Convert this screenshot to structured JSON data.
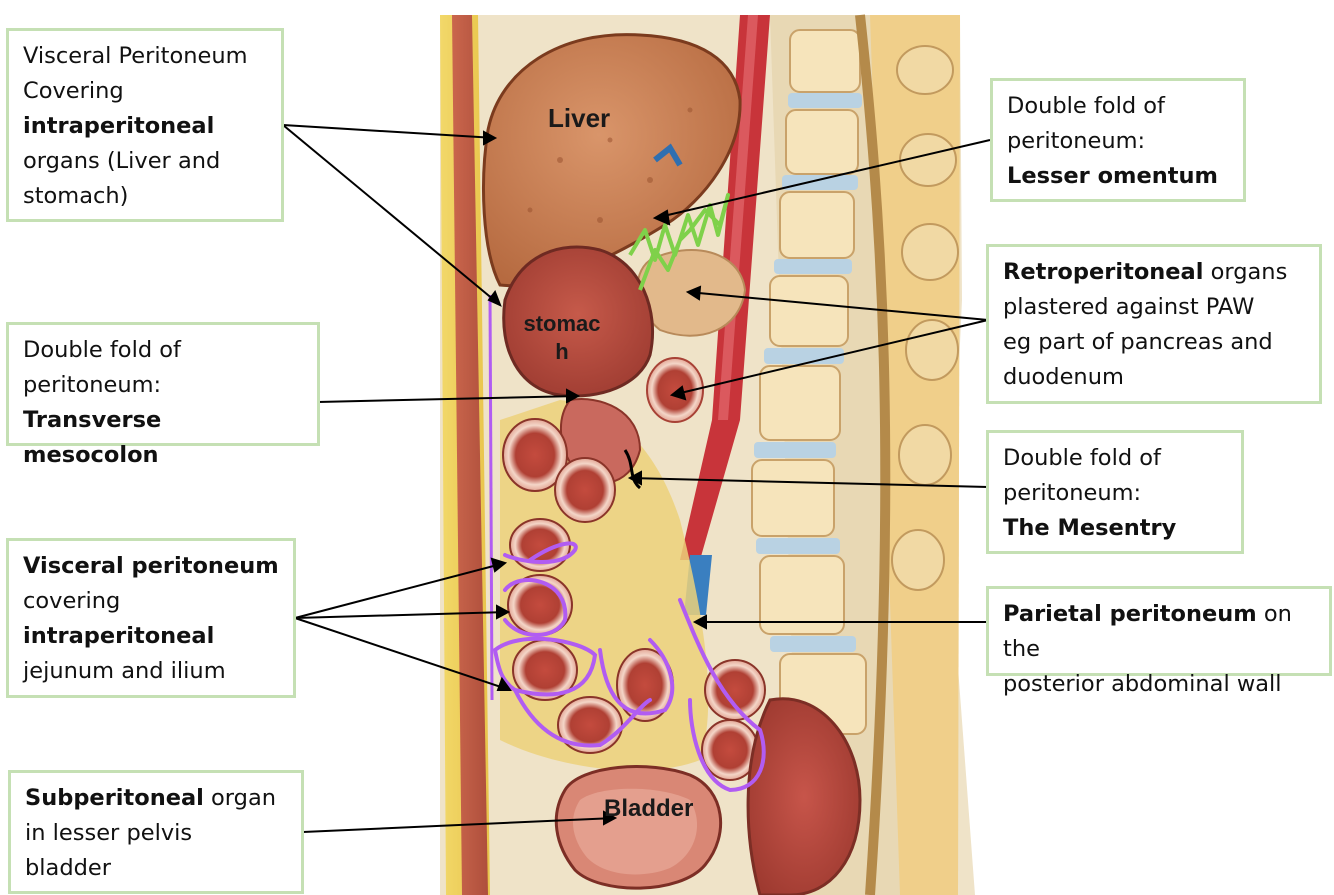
{
  "organ_labels": {
    "liver": "Liver",
    "stomach_line1": "stomac",
    "stomach_line2": "h",
    "bladder": "Bladder"
  },
  "callouts": {
    "visceral_liver": {
      "line1": "Visceral Peritoneum",
      "line2": "Covering",
      "line3_bold": "intraperitoneal",
      "line4": "organs (Liver and",
      "line5": "stomach)"
    },
    "lesser_omentum": {
      "line1": "Double fold of",
      "line2": "peritoneum:",
      "line3_bold": "Lesser omentum"
    },
    "retroperitoneal": {
      "line1_bold": "Retroperitoneal",
      "line1_rest": " organs",
      "line2": "plastered against PAW",
      "line3": "eg part of pancreas and",
      "line4": "duodenum"
    },
    "transverse_mesocolon": {
      "line1": "Double fold of",
      "line2": "peritoneum:",
      "line3_bold": "Transverse mesocolon"
    },
    "mesentery": {
      "line1": "Double fold of",
      "line2": "peritoneum:",
      "line3_bold": "The Mesentry"
    },
    "visceral_jejunum": {
      "line1_bold": "Visceral peritoneum",
      "line2": "covering",
      "line3_bold": "intraperitoneal",
      "line4": "jejunum and ilium"
    },
    "parietal": {
      "line1_bold": "Parietal peritoneum",
      "line1_rest": " on the",
      "line2": "posterior abdominal wall"
    },
    "subperitoneal": {
      "line1_bold": "Subperitoneal",
      "line1_rest": " organ",
      "line2": "in lesser pelvis",
      "line3": "bladder"
    }
  },
  "colors": {
    "callout_border": "#c5e0b4",
    "arrow": "#000000",
    "visceral_highlight": "#b15cf2",
    "omentum_highlight": "#7fd14a",
    "liver": "#c97a4e",
    "stomach": "#b8493c",
    "artery": "#c8343a",
    "vein": "#3a7fc0",
    "bone": "#f3dfb0"
  }
}
